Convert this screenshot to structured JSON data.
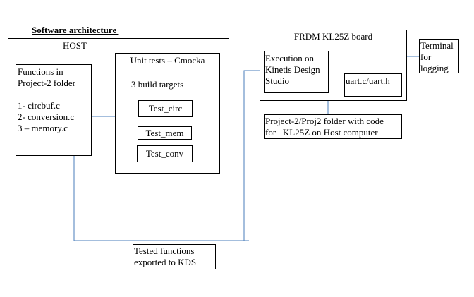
{
  "title": "Software architecture ",
  "host": {
    "label": "HOST"
  },
  "functions_box": {
    "lines": [
      "Functions in",
      "Project-2 folder",
      "",
      "1- circbuf.c",
      "2- conversion.c",
      "3 – memory.c"
    ]
  },
  "unit_tests": {
    "label": "Unit tests – Cmocka",
    "subtitle": "3 build targets",
    "targets": [
      "Test_circ",
      "Test_mem",
      "Test_conv"
    ]
  },
  "frdm": {
    "label": "FRDM KL25Z board",
    "execution_lines": [
      "Execution on",
      "Kinetis Design",
      "Studio"
    ],
    "uart": "uart.c/uart.h"
  },
  "terminal": {
    "lines": [
      "Terminal",
      "for",
      "logging"
    ]
  },
  "project_folder": {
    "lines": [
      "Project-2/Proj2 folder with code",
      "for   KL25Z on Host computer"
    ]
  },
  "tested": {
    "lines": [
      "Tested functions",
      "exported to KDS"
    ]
  },
  "colors": {
    "connector": "#4a7ebb",
    "border": "#000000"
  }
}
